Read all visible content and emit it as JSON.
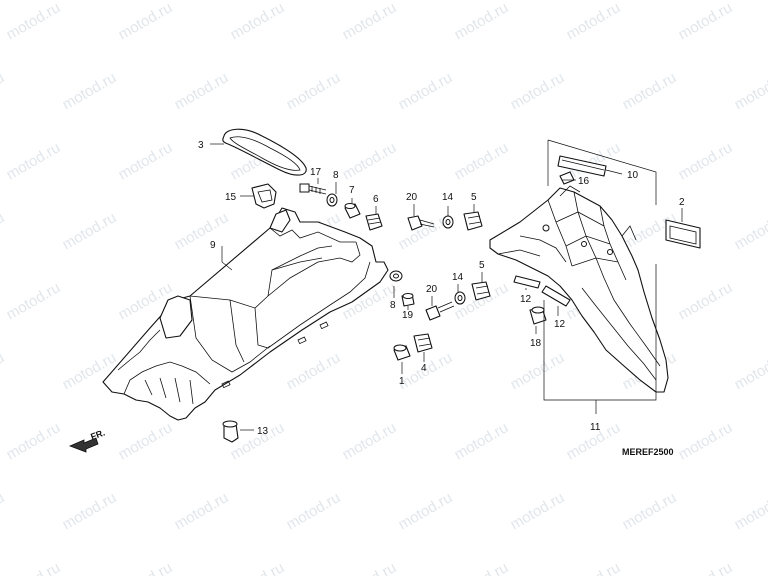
{
  "watermark": {
    "text": "motod.ru",
    "color": "#c9d3dc"
  },
  "diagram": {
    "reference_code": "MEREF2500",
    "front_indicator": "FR.",
    "callouts": [
      {
        "id": "c1",
        "label": "1"
      },
      {
        "id": "c2",
        "label": "2"
      },
      {
        "id": "c3",
        "label": "3"
      },
      {
        "id": "c4",
        "label": "4"
      },
      {
        "id": "c5a",
        "label": "5"
      },
      {
        "id": "c5b",
        "label": "5"
      },
      {
        "id": "c6",
        "label": "6"
      },
      {
        "id": "c7",
        "label": "7"
      },
      {
        "id": "c8a",
        "label": "8"
      },
      {
        "id": "c8b",
        "label": "8"
      },
      {
        "id": "c9",
        "label": "9"
      },
      {
        "id": "c10",
        "label": "10"
      },
      {
        "id": "c11",
        "label": "11"
      },
      {
        "id": "c12a",
        "label": "12"
      },
      {
        "id": "c12b",
        "label": "12"
      },
      {
        "id": "c13",
        "label": "13"
      },
      {
        "id": "c14a",
        "label": "14"
      },
      {
        "id": "c14b",
        "label": "14"
      },
      {
        "id": "c15",
        "label": "15"
      },
      {
        "id": "c16",
        "label": "16"
      },
      {
        "id": "c17",
        "label": "17"
      },
      {
        "id": "c18",
        "label": "18"
      },
      {
        "id": "c19",
        "label": "19"
      },
      {
        "id": "c20a",
        "label": "20"
      },
      {
        "id": "c20b",
        "label": "20"
      }
    ]
  }
}
